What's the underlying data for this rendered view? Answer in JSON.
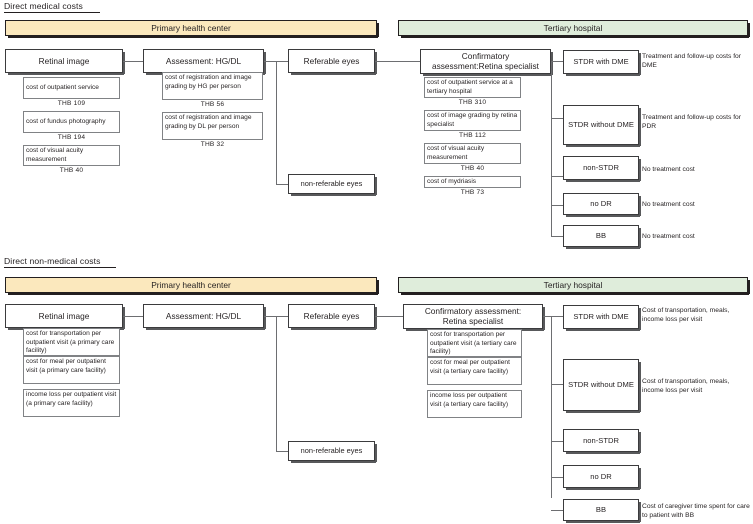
{
  "sections": [
    {
      "id": "direct-medical",
      "title": "Direct medical costs",
      "banners": {
        "left": "Primary health center",
        "right": "Tertiary hospital"
      },
      "nodes": {
        "retinal_image": "Retinal image",
        "assessment": "Assessment: HG/DL",
        "referable": "Referable eyes",
        "non_referable": "non-referable eyes",
        "confirmatory_line1": "Confirmatory",
        "confirmatory_line2": "assessment:Retina specialist"
      },
      "retinal_costs": [
        {
          "label": "cost of outpatient service",
          "value": "THB 109"
        },
        {
          "label": "cost of fundus photography",
          "value": "THB 194"
        },
        {
          "label": "cost of visual acuity measurement",
          "value": "THB 40"
        }
      ],
      "assessment_costs": [
        {
          "label": "cost of registration and image grading by HG per person",
          "value": "THB 56"
        },
        {
          "label": "cost of registration and image grading by DL per person",
          "value": "THB 32"
        }
      ],
      "confirmatory_costs": [
        {
          "label": "cost of outpatient service at a tertiary hospital",
          "value": "THB 310"
        },
        {
          "label": "cost of image grading by retina specialist",
          "value": "THB 112"
        },
        {
          "label": "cost of visual acuity measurement",
          "value": "THB 40"
        },
        {
          "label": "cost of mydriasis",
          "value": "THB 73"
        }
      ],
      "outcomes": [
        {
          "label": "STDR with DME",
          "note": "Treatment and follow-up costs for DME"
        },
        {
          "label": "STDR without DME",
          "note": "Treatment and follow-up costs for PDR"
        },
        {
          "label": "non-STDR",
          "note": "No treatment cost"
        },
        {
          "label": "no DR",
          "note": "No treatment cost"
        },
        {
          "label": "BB",
          "note": "No treatment cost"
        }
      ]
    },
    {
      "id": "direct-non-medical",
      "title": "Direct non-medical costs",
      "banners": {
        "left": "Primary health center",
        "right": "Tertiary hospital"
      },
      "nodes": {
        "retinal_image": "Retinal image",
        "assessment": "Assessment: HG/DL",
        "referable": "Referable eyes",
        "non_referable": "non-referable eyes",
        "confirmatory_line1": "Confirmatory assessment:",
        "confirmatory_line2": "Retina specialist"
      },
      "retinal_costs": [
        {
          "label": "cost for transportation per outpatient visit (a primary care facility)",
          "value": ""
        },
        {
          "label": "cost for meal per outpatient visit (a primary care facility)",
          "value": ""
        },
        {
          "label": "income loss per outpatient visit (a primary care facility)",
          "value": ""
        }
      ],
      "assessment_costs": [],
      "confirmatory_costs": [
        {
          "label": "cost for transportation per outpatient visit (a tertiary care facility)",
          "value": ""
        },
        {
          "label": "cost for meal per outpatient visit (a tertiary care facility)",
          "value": ""
        },
        {
          "label": "income loss per outpatient visit (a tertiary care facility)",
          "value": ""
        }
      ],
      "outcomes": [
        {
          "label": "STDR with DME",
          "note": "Cost of transportation, meals, income loss per visit"
        },
        {
          "label": "STDR without DME",
          "note": "Cost of transportation, meals, income loss per visit"
        },
        {
          "label": "non-STDR",
          "note": ""
        },
        {
          "label": "no DR",
          "note": ""
        },
        {
          "label": "BB",
          "note": "Cost of caregiver time spent for care to patient with BB"
        }
      ]
    }
  ],
  "colors": {
    "banner_cream": "#fbe8bd",
    "banner_green": "#dfeddb",
    "ink": "#231f20",
    "line": "#6d6e71"
  }
}
